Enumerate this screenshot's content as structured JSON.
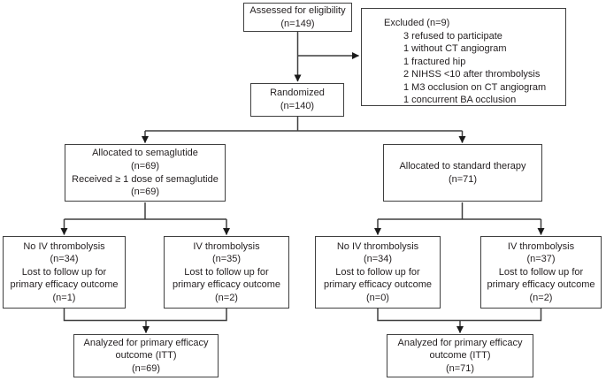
{
  "diagram": {
    "assessed": "Assessed for eligibility\n(n=149)",
    "excluded_title": "Excluded (n=9)",
    "excluded_reasons": [
      "3 refused to participate",
      "1 without CT angiogram",
      "1 fractured hip",
      "2 NIHSS <10 after thrombolysis",
      "1 M3 occlusion on CT angiogram",
      "1 concurrent BA occlusion"
    ],
    "randomized": "Randomized\n(n=140)",
    "allocated_semaglutide": "Allocated to semaglutide\n(n=69)\nReceived ≥ 1 dose of semaglutide\n(n=69)",
    "allocated_standard": "Allocated to standard therapy\n(n=71)",
    "sema_no_thrombolysis": "No IV thrombolysis\n(n=34)\nLost to follow up for\nprimary efficacy outcome\n(n=1)",
    "sema_thrombolysis": "IV thrombolysis\n(n=35)\nLost to follow up for\nprimary efficacy outcome\n(n=2)",
    "std_no_thrombolysis": "No IV thrombolysis\n(n=34)\nLost to follow up for\nprimary efficacy outcome\n(n=0)",
    "std_thrombolysis": "IV thrombolysis\n(n=37)\nLost to follow up for\nprimary efficacy outcome\n(n=2)",
    "analyzed_semaglutide": "Analyzed for primary efficacy\noutcome (ITT)\n(n=69)",
    "analyzed_standard": "Analyzed for primary efficacy\noutcome (ITT)\n(n=71)",
    "colors": {
      "border": "#3f3f3f",
      "line": "#3f3f3f",
      "arrow": "#1a1a1a",
      "text": "#231f20",
      "background": "#ffffff"
    }
  }
}
